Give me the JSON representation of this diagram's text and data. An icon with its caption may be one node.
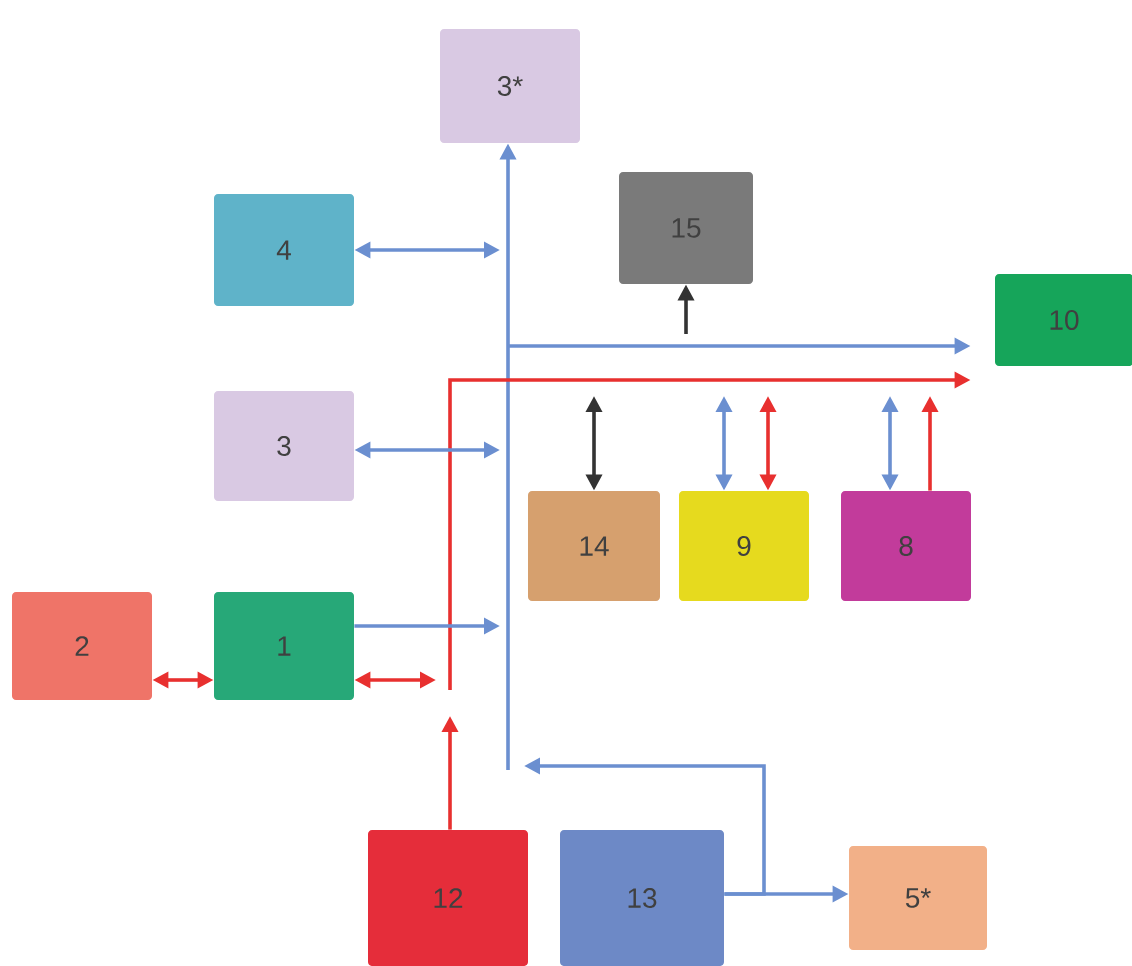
{
  "diagram": {
    "nodes": [
      {
        "text": [
          "3*"
        ]
      },
      {
        "text": [
          "4"
        ]
      },
      {
        "text": [
          "15"
        ]
      },
      {
        "text": [
          "10"
        ]
      },
      {
        "text": [
          "3"
        ]
      },
      {
        "text": [
          "14"
        ]
      },
      {
        "text": [
          "9"
        ]
      },
      {
        "text": [
          "8"
        ]
      },
      {
        "text": [
          "2"
        ]
      },
      {
        "text": [
          "1"
        ]
      },
      {
        "text": [
          "12"
        ]
      },
      {
        "text": [
          "13"
        ]
      },
      {
        "text": [
          "5*"
        ]
      }
    ],
    "edges": [
      {
        "from": null,
        "to": 0,
        "arrow": "to"
      },
      {
        "from": null,
        "to": 3,
        "arrow": "to"
      },
      {
        "from": null,
        "to": 3,
        "arrow": "to",
        "color": "#e8302f"
      },
      {
        "from": 4,
        "to": null,
        "arrow": "both"
      },
      {
        "from": 1,
        "to": null,
        "arrow": "both"
      },
      {
        "from": 9,
        "to": null,
        "arrow": "to"
      },
      {
        "from": 9,
        "to": null,
        "arrow": "both",
        "color": "#e8302f"
      },
      {
        "from": 8,
        "to": 9,
        "arrow": "both",
        "color": "#e8302f"
      },
      {
        "from": 10,
        "to": null,
        "arrow": "to",
        "color": "#e8302f"
      },
      {
        "from": 11,
        "to": null,
        "arrow": "to"
      },
      {
        "from": 11,
        "to": 12,
        "arrow": "to"
      },
      {
        "from": null,
        "to": 2,
        "arrow": "to",
        "color": "#333333"
      },
      {
        "from": 5,
        "to": null,
        "arrow": "both",
        "color": "#333333"
      },
      {
        "from": 6,
        "to": null,
        "arrow": "both"
      },
      {
        "from": 6,
        "to": null,
        "arrow": "both",
        "color": "#e8302f"
      },
      {
        "from": 7,
        "to": null,
        "arrow": "both"
      },
      {
        "from": 7,
        "to": null,
        "arrow": "to",
        "color": "#e8302f"
      }
    ]
  }
}
